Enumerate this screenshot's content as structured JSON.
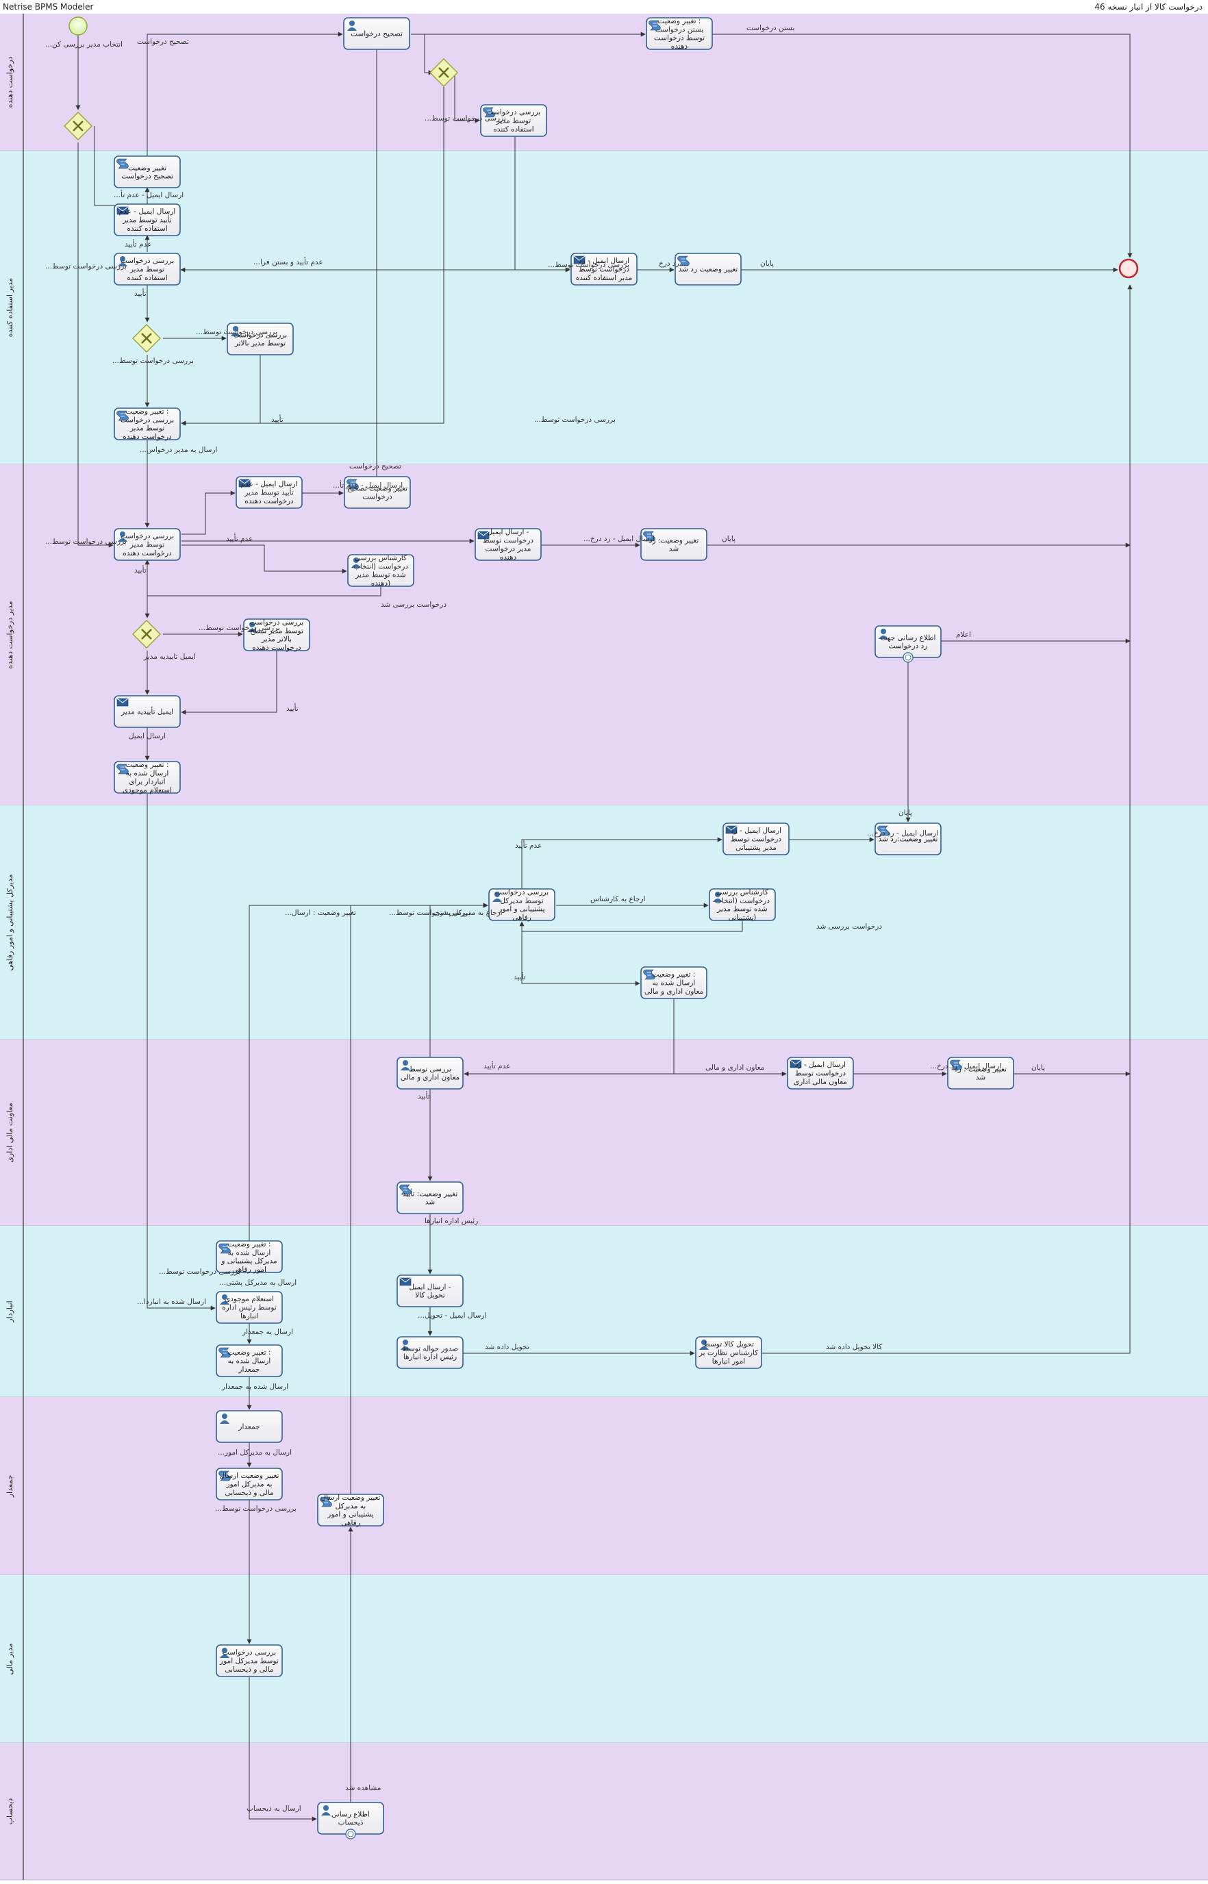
{
  "app": {
    "title": "Netrise BPMS Modeler",
    "document_title": "درخواست کالا از انبار  نسخه 46"
  },
  "lanes": [
    {
      "id": "l1",
      "label": "درخواست دهنده",
      "color": "#e6d6f4"
    },
    {
      "id": "l2",
      "label": "مدیر استفاده کننده",
      "color": "#d6f1f6"
    },
    {
      "id": "l3",
      "label": "مدیر درخواست دهنده",
      "color": "#e6d6f4"
    },
    {
      "id": "l4",
      "label": "مدیرکل پشتیبانی و امور رفاهی",
      "color": "#d6f1f6"
    },
    {
      "id": "l5",
      "label": "معاونت مالی اداری",
      "color": "#e6d6f4"
    },
    {
      "id": "l6",
      "label": "انباردار",
      "color": "#d6f1f6"
    },
    {
      "id": "l7",
      "label": "جمعدار",
      "color": "#e6d6f4"
    },
    {
      "id": "l8",
      "label": "مدیر مالی",
      "color": "#d6f1f6"
    },
    {
      "id": "l9",
      "label": "ذیحساب",
      "color": "#e6d6f4"
    }
  ],
  "events": [
    {
      "id": "start",
      "type": "start",
      "label": "انتخاب مدیر بررسی کن..."
    },
    {
      "id": "end",
      "type": "end",
      "label": ""
    }
  ],
  "gateways": [
    {
      "id": "g1"
    },
    {
      "id": "g2"
    },
    {
      "id": "g3"
    },
    {
      "id": "g4"
    }
  ],
  "tasks": [
    {
      "id": "t1",
      "kind": "user",
      "lines": [
        "تصحیح درخواست"
      ]
    },
    {
      "id": "t2",
      "kind": "script",
      "lines": [
        "تغییر وضعیت :",
        "بستن درخواست",
        "توسط درخواست",
        "دهنده"
      ]
    },
    {
      "id": "t3",
      "kind": "script",
      "lines": [
        "بررسی درخواست",
        "توسط مدیر",
        "استفاده کننده"
      ]
    },
    {
      "id": "t4",
      "kind": "script",
      "lines": [
        "تغییر وضعیت",
        "تصحیح درخواست"
      ]
    },
    {
      "id": "t5",
      "kind": "mail",
      "lines": [
        "ارسال ایمیل - عدم",
        "تأیید توسط مدیر",
        "استفاده کننده"
      ]
    },
    {
      "id": "t6",
      "kind": "user",
      "lines": [
        "بررسی درخواست",
        "توسط مدیر",
        "استفاده کننده"
      ]
    },
    {
      "id": "t7",
      "kind": "mail",
      "lines": [
        "ارسال ایمیل - رد",
        "درخواست توسط",
        "مدیر استفاده کننده"
      ]
    },
    {
      "id": "t8",
      "kind": "script",
      "lines": [
        "تغییر وضعیت رد شد"
      ]
    },
    {
      "id": "t9",
      "kind": "user",
      "lines": [
        "بررسی درخواست",
        "توسط مدیر بالاتر"
      ]
    },
    {
      "id": "t10",
      "kind": "script",
      "lines": [
        "تغییر وضعیت :",
        "بررسی درخواست",
        "توسط مدیر",
        "درخواست دهنده"
      ]
    },
    {
      "id": "t11",
      "kind": "mail",
      "lines": [
        "ارسال ایمیل - عدم",
        "تأیید توسط مدیر",
        "درخواست دهنده"
      ]
    },
    {
      "id": "t12",
      "kind": "script",
      "lines": [
        "تغییر وضعیت تصحیح",
        "درخواست"
      ]
    },
    {
      "id": "t13",
      "kind": "user",
      "lines": [
        "بررسی درخواست",
        "توسط مدیر",
        "درخواست دهنده"
      ]
    },
    {
      "id": "t14",
      "kind": "user",
      "lines": [
        "کارشناس بررسی",
        "درخواست (انتخاب",
        "شده توسط مدیر",
        "دهنده)"
      ]
    },
    {
      "id": "t15",
      "kind": "mail",
      "lines": [
        "ارسال ایمیل -",
        "درخواست توسط",
        "مدیر درخواست",
        "دهنده"
      ]
    },
    {
      "id": "t16",
      "kind": "script",
      "lines": [
        "تغییر وضعیت: رد",
        "شد"
      ]
    },
    {
      "id": "t17",
      "kind": "user",
      "lines": [
        "بررسی درخواست",
        "توسط مدیر سطح",
        "بالاتر مدیر",
        "درخواست دهنده"
      ]
    },
    {
      "id": "t18",
      "kind": "user",
      "lines": [
        "اطلاع رسانی جهت",
        "رد درخواست"
      ]
    },
    {
      "id": "t19",
      "kind": "mail",
      "lines": [
        "ایمیل تأییدیه مدیر"
      ]
    },
    {
      "id": "t20",
      "kind": "script",
      "lines": [
        "تغییر وضعیت :",
        "ارسال شده به",
        "انباردار برای",
        "استعلام موجودی"
      ]
    },
    {
      "id": "t21",
      "kind": "mail",
      "lines": [
        "ارسال ایمیل - رد",
        "درخواست توسط",
        "مدیر پشتیبانی"
      ]
    },
    {
      "id": "t22",
      "kind": "script",
      "lines": [
        "تغییر وضعیت:رد شد"
      ]
    },
    {
      "id": "t23",
      "kind": "user",
      "lines": [
        "بررسی درخواست",
        "توسط مدیرکل",
        "پشتیبانی و امور",
        "رفاهی"
      ]
    },
    {
      "id": "t24",
      "kind": "user",
      "lines": [
        "کارشناس بررسی",
        "درخواست (انتخاب",
        "شده توسط مدیر",
        "پشتیبانی)"
      ]
    },
    {
      "id": "t25",
      "kind": "script",
      "lines": [
        "تغییر وضعیت :",
        "ارسال شده به",
        "معاون اداری و مالی"
      ]
    },
    {
      "id": "t26",
      "kind": "user",
      "lines": [
        "بررسی توسط",
        "معاون اداری و مالی"
      ]
    },
    {
      "id": "t27",
      "kind": "mail",
      "lines": [
        "ارسال ایمیل - رد",
        "درخواست توسط",
        "معاون مالی اداری"
      ]
    },
    {
      "id": "t28",
      "kind": "script",
      "lines": [
        "تغییر وضعیت : رد",
        "شد"
      ]
    },
    {
      "id": "t29",
      "kind": "script",
      "lines": [
        "تغییر وضعیت: تأیید",
        "شد"
      ]
    },
    {
      "id": "t30",
      "kind": "mail",
      "lines": [
        "ارسال ایمیل -",
        "تحویل کالا"
      ]
    },
    {
      "id": "t31",
      "kind": "user",
      "lines": [
        "صدور حواله توسط",
        "رئیس اداره انبارها"
      ]
    },
    {
      "id": "t32",
      "kind": "user",
      "lines": [
        "تحویل کالا توسط",
        "کارشناس نظارت بر",
        "امور انبارها"
      ]
    },
    {
      "id": "t33",
      "kind": "script",
      "lines": [
        "تغییر وضعیت :",
        "ارسال شده به",
        "مدیرکل پشتیبانی و",
        "امور رفاهی"
      ]
    },
    {
      "id": "t34",
      "kind": "user",
      "lines": [
        "استعلام موجودی",
        "توسط رئیس اداره",
        "انبارها"
      ]
    },
    {
      "id": "t35",
      "kind": "script",
      "lines": [
        "تغییر وضعیت :",
        "ارسال شده به",
        "جمعدار"
      ]
    },
    {
      "id": "t36",
      "kind": "user",
      "lines": [
        "جمعدار"
      ]
    },
    {
      "id": "t37",
      "kind": "script",
      "lines": [
        "تغییر وضعیت ارسال",
        "به مدیرکل امور",
        "مالی و ذیحسابی"
      ]
    },
    {
      "id": "t38",
      "kind": "script",
      "lines": [
        "تغییر وضعیت ارسال",
        "به مدیرکل",
        "پشتیبانی و امور",
        "رفاهی"
      ]
    },
    {
      "id": "t39",
      "kind": "user",
      "lines": [
        "بررسی درخواست",
        "توسط مدیرکل امور",
        "مالی و ذیحسابی"
      ]
    },
    {
      "id": "t40",
      "kind": "user",
      "lines": [
        "اطلاع رسانی",
        "ذیحساب"
      ]
    }
  ],
  "flow_labels": {
    "f_correct": "تصحیح درخواست",
    "f_close_req": "بستن درخواست",
    "f_review_by1": "بررسی درخواست توسط...",
    "f_review_by2": "بررسی درخواست توسط...",
    "f_review_by3": "بررسی درخواست توسط...",
    "f_review_by4": "بررسی درخواست توسط...",
    "f_review_by5": "بررسی درخواست توسط...",
    "f_review_by6": "بررسی درخواست توسط...",
    "f_review_by7": "بررسی درخواست توسط...",
    "f_review_by8": "بررسی درخواست توسط...",
    "f_mail_notapproved1": "ارسال ایمیل - عدم تأ...",
    "f_not_approved1": "عدم تأیید",
    "f_not_approved2": "عدم تأیید",
    "f_not_approved3": "عدم تأیید",
    "f_not_approved4": "عدم تأیید",
    "f_not_approved_close": "عدم تأیید و بستن فرا...",
    "f_approved1": "تأیید",
    "f_approved2": "تأیید",
    "f_approved3": "تأیید",
    "f_approved4": "تأیید",
    "f_approved5": "تأیید",
    "f_approved6": "تأیید",
    "f_reject_mail1": "... رد درخ",
    "f_reject_mail2": "ارسال ایمیل - رد درخ...",
    "f_reject_mail3": "ارسال ایمیل - رد درخ...",
    "f_reject_mail4": "ارسال ایمیل - رد درخ...",
    "f_end1": "پایان",
    "f_end2": "پایان",
    "f_end3": "پایان",
    "f_end4": "پایان",
    "f_send_to_manager": "ارسال به مدیر درخواس...",
    "f_mail_notapproved2": "ارسال ایمیل - عدم تأ...",
    "f_correct2": "تصحیح درخواست",
    "f_req_review_done1": "درخواست بررسی شد",
    "f_req_review_done2": "درخواست بررسی شد",
    "f_manager_approval_mail": "ایمیل تاییدیه مدیر",
    "f_send_mail": "ارسال ایمیل",
    "f_announce": "اعلام",
    "f_refer_expert1": "ارجاع به کارشناس",
    "f_refer_expert2": "ارجاع به کارشناس",
    "f_refer_gm": "ارجاع به مدیرکل پشتی...",
    "f_change_status_send": "تغییر وضعیت : ارسال...",
    "f_deputy": "معاون اداری و مالی",
    "f_head_warehouses": "رئیس اداره انبارها",
    "f_mail_delivery": "ارسال ایمیل - تحویل...",
    "f_delivered1": "تحویل داده شد",
    "f_delivered2": "کالا تحویل داده شد",
    "f_send_to_gm": "ارسال به مدیرکل پشتی...",
    "f_sent_to_warehouse": "ارسال شده به انباردا...",
    "f_send_to_accountant_holder": "ارسال به جمعدار",
    "f_sent_to_accountant_holder": "ارسال شده به جمعدار",
    "f_send_to_gm_finance": "ارسال به مدیرکل امور...",
    "f_send_to_treasurer": "ارسال به ذیحساب",
    "f_seen": "مشاهده شد",
    "f_select_reviewer": "انتخاب مدیر بررسی کن..."
  }
}
